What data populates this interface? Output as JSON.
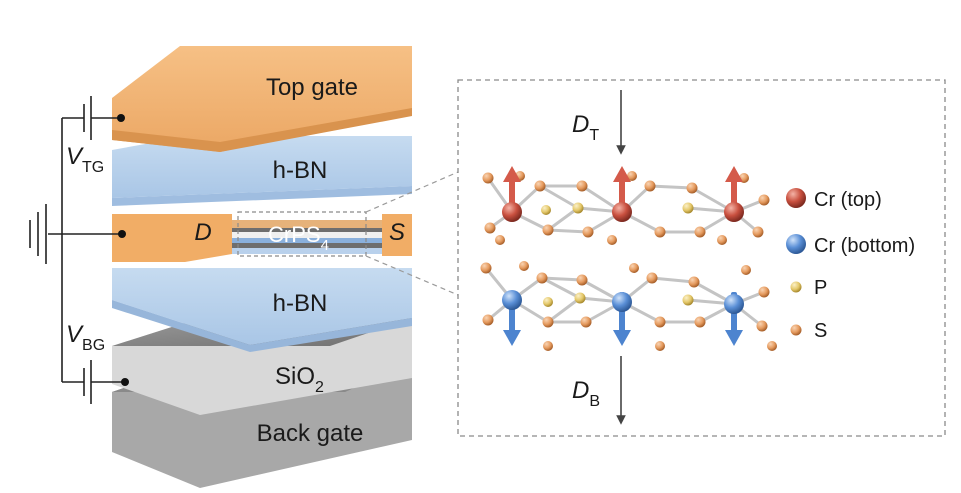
{
  "layers": {
    "top_gate": "Top gate",
    "hbn_top": "h-BN",
    "drain": "D",
    "channel_main": "CrPS",
    "channel_sub": "4",
    "source": "S",
    "hbn_bottom": "h-BN",
    "sio2_main": "SiO",
    "sio2_sub": "2",
    "back_gate": "Back gate"
  },
  "voltages": {
    "vtg_main": "V",
    "vtg_sub": "TG",
    "vbg_main": "V",
    "vbg_sub": "BG"
  },
  "fields": {
    "dt_main": "D",
    "dt_sub": "T",
    "db_main": "D",
    "db_sub": "B"
  },
  "legend": {
    "cr_top": "Cr (top)",
    "cr_bottom": "Cr (bottom)",
    "p": "P",
    "s": "S"
  },
  "colors": {
    "gate_orange": "#f2b272",
    "hbn_blue": "#b8d2ec",
    "sio2_gray": "#d6d6d6",
    "back_gate_gray": "#a9a9a9",
    "cr_top_red": "#c9503f",
    "cr_bottom_blue": "#5a8fd6",
    "p_yellow": "#e4c86a",
    "s_orange": "#e59a5e"
  }
}
